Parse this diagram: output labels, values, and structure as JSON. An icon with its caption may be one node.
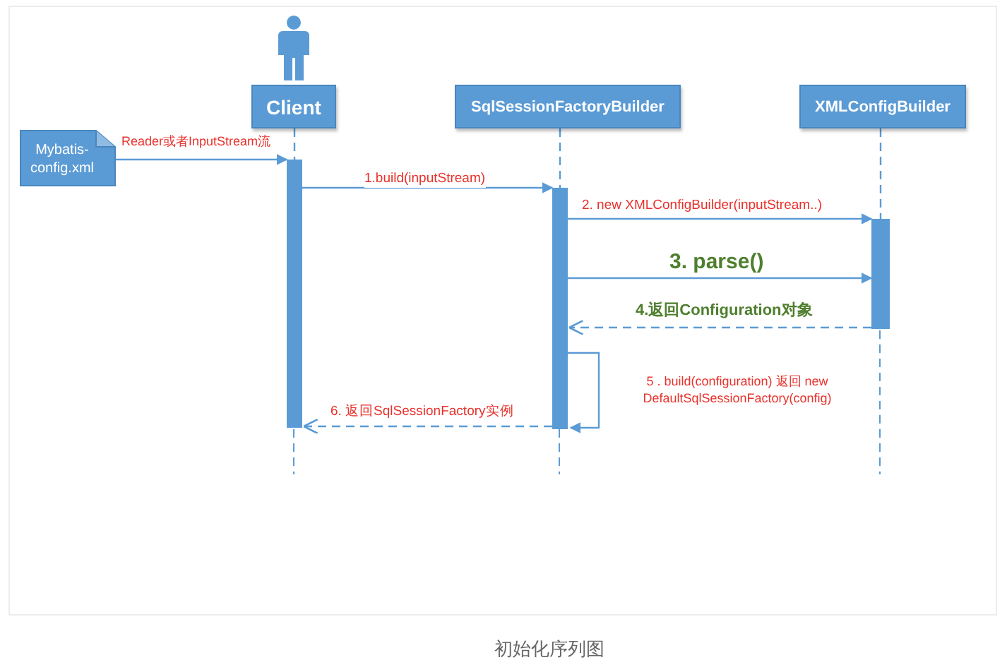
{
  "diagram": {
    "caption": "初始化序列图",
    "nodes": [
      {
        "text": [],
        "shape": "person"
      },
      {
        "text": [
          "Client"
        ]
      },
      {
        "text": [
          "SqlSessionFactoryBuilder"
        ]
      },
      {
        "text": [
          "XMLConfigBuilder"
        ]
      },
      {
        "text": [
          "Mybatis-config.xml"
        ]
      },
      {
        "text": [],
        "shape": "bar"
      },
      {
        "text": [],
        "shape": "bar"
      },
      {
        "text": [],
        "shape": "bar"
      }
    ],
    "edges": [
      {
        "from": 4,
        "to": 5,
        "arrow": "to",
        "label": "Reader或者InputStream流"
      },
      {
        "from": 5,
        "to": 6,
        "arrow": "to",
        "label": "1.build(inputStream)"
      },
      {
        "from": 6,
        "to": 7,
        "arrow": "to",
        "label": "2. new XMLConfigBuilder(inputStream..)"
      },
      {
        "from": 6,
        "to": 7,
        "arrow": "to",
        "label": "3. parse()"
      },
      {
        "from": 7,
        "to": 6,
        "arrow": "to",
        "label": "4.返回Configuration对象",
        "style": "dashed"
      },
      {
        "from": 6,
        "to": 6,
        "arrow": "to",
        "label": "5 . build(configuration) 返回 new DefaultSqlSessionFactory(config)"
      },
      {
        "from": 6,
        "to": 5,
        "arrow": "to",
        "label": "6. 返回SqlSessionFactory实例",
        "style": "dashed"
      },
      {
        "from": 1,
        "to": 5,
        "arrow": "none",
        "style": "dashed"
      },
      {
        "from": 2,
        "to": 6,
        "arrow": "none",
        "style": "dashed"
      },
      {
        "from": 3,
        "to": 7,
        "arrow": "none",
        "style": "dashed"
      }
    ]
  }
}
